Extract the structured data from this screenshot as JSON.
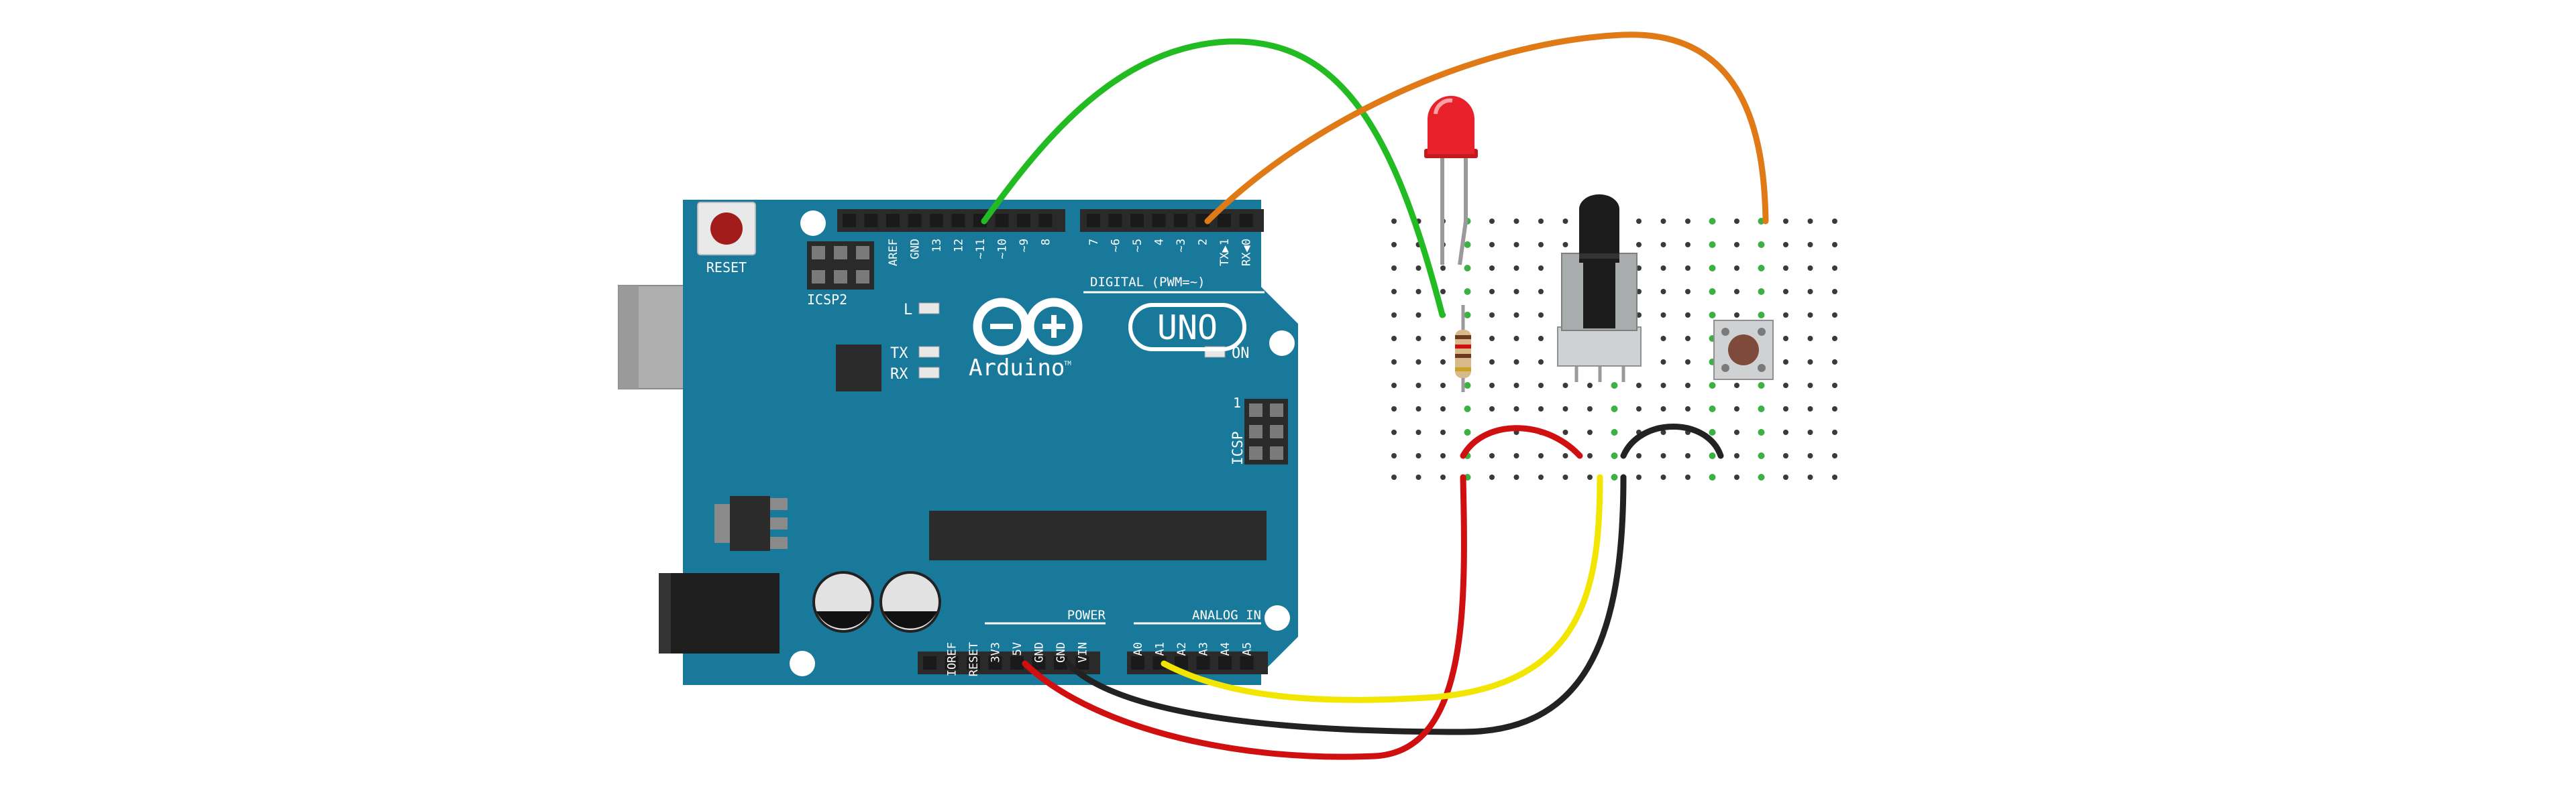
{
  "board": {
    "name": "Arduino",
    "logo_badge": "UNO",
    "trademark": "TM",
    "labels": {
      "reset": "RESET",
      "icsp2": "ICSP2",
      "icsp": "ICSP",
      "icsp_pin1": "1",
      "led_l": "L",
      "led_tx": "TX",
      "led_rx": "RX",
      "led_on": "ON",
      "digital": "DIGITAL (PWM=~)",
      "power": "POWER",
      "analog_in": "ANALOG IN"
    },
    "digital_pins": [
      "AREF",
      "GND",
      "13",
      "12",
      "~11",
      "~10",
      "~9",
      "8",
      "7",
      "~6",
      "~5",
      "4",
      "~3",
      "2",
      "TX▶1",
      "RX◀0"
    ],
    "power_pins": [
      "IOREF",
      "RESET",
      "3V3",
      "5V",
      "GND",
      "GND",
      "VIN"
    ],
    "analog_pins": [
      "A0",
      "A1",
      "A2",
      "A3",
      "A4",
      "A5"
    ]
  },
  "components": [
    "red-led",
    "resistor",
    "potentiometer",
    "pushbutton",
    "breadboard"
  ],
  "colors": {
    "board": "#19799A",
    "wire_green": "#22BB22",
    "wire_orange": "#E07A16",
    "wire_red": "#D01010",
    "wire_yellow": "#F2E600",
    "wire_black": "#222222",
    "led": "#E8212A"
  }
}
